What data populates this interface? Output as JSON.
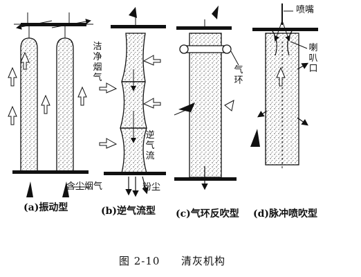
{
  "figure": {
    "number": "图 2-10",
    "title": "清灰机构"
  },
  "panels": [
    {
      "id": "a",
      "caption": "(a)振动型",
      "labels": {
        "clean_gas": "洁净烟气",
        "dusty_gas": "含尘烟气"
      }
    },
    {
      "id": "b",
      "caption": "(b)逆气流型",
      "labels": {
        "reverse_flow": "逆气流",
        "dust": "粉尘"
      }
    },
    {
      "id": "c",
      "caption": "(c)气环反吹型",
      "labels": {
        "air_ring": "气环"
      }
    },
    {
      "id": "d",
      "caption": "(d)脉冲喷吹型",
      "labels": {
        "nozzle": "喷嘴",
        "venturi": "喇叭口"
      }
    }
  ],
  "colors": {
    "ink": "#111111",
    "paper": "#ffffff",
    "stipple": "#555555"
  }
}
